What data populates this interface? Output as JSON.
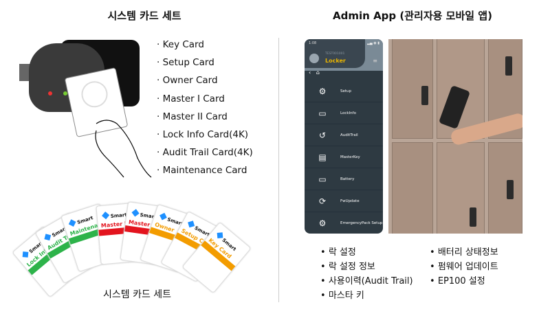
{
  "left": {
    "title": "시스템 카드 세트",
    "card_types": [
      "Key Card",
      "Setup Card",
      "Owner Card",
      "Master I Card",
      "Master II Card",
      "Lock Info Card(4K)",
      "Audit Trail Card(4K)",
      "Maintenance Card"
    ],
    "fan_cards": [
      {
        "label": "Lock Info",
        "color": "#2db34a"
      },
      {
        "label": "Audit Trail C",
        "color": "#2db34a"
      },
      {
        "label": "Maintenan",
        "color": "#2db34a"
      },
      {
        "label": "Master I",
        "color": "#e3141e"
      },
      {
        "label": "Master II",
        "color": "#e3141e"
      },
      {
        "label": "Owner",
        "color": "#f39c00"
      },
      {
        "label": "Setup C",
        "color": "#f39c00"
      },
      {
        "label": "Key Card",
        "color": "#f39c00"
      }
    ],
    "fan_caption": "시스템 카드 세트"
  },
  "right": {
    "title": "Admin App (관리자용 모바일 앱)",
    "phone": {
      "time": "1:08",
      "user_id": "TEST001001",
      "user_name": "Locker",
      "menu": [
        {
          "icon": "gear-icon",
          "glyph": "⚙",
          "label": "Setup"
        },
        {
          "icon": "monitor-icon",
          "glyph": "▭",
          "label": "LockInfo"
        },
        {
          "icon": "history-icon",
          "glyph": "↺",
          "label": "AuditTrail"
        },
        {
          "icon": "card-icon",
          "glyph": "▤",
          "label": "MasterKey"
        },
        {
          "icon": "battery-icon",
          "glyph": "▭",
          "label": "Battery"
        },
        {
          "icon": "refresh-icon",
          "glyph": "⟳",
          "label": "FwUpdate"
        },
        {
          "icon": "gear-icon",
          "glyph": "⚙",
          "label": "EmergencyPack Setup"
        }
      ]
    },
    "features_col1": [
      "락 설정",
      "락 설정 정보",
      "사용이력(Audit Trail)",
      "마스타 키"
    ],
    "features_col2": [
      "배터리 상태정보",
      "펌웨어 업데이트",
      "EP100 설정"
    ]
  }
}
